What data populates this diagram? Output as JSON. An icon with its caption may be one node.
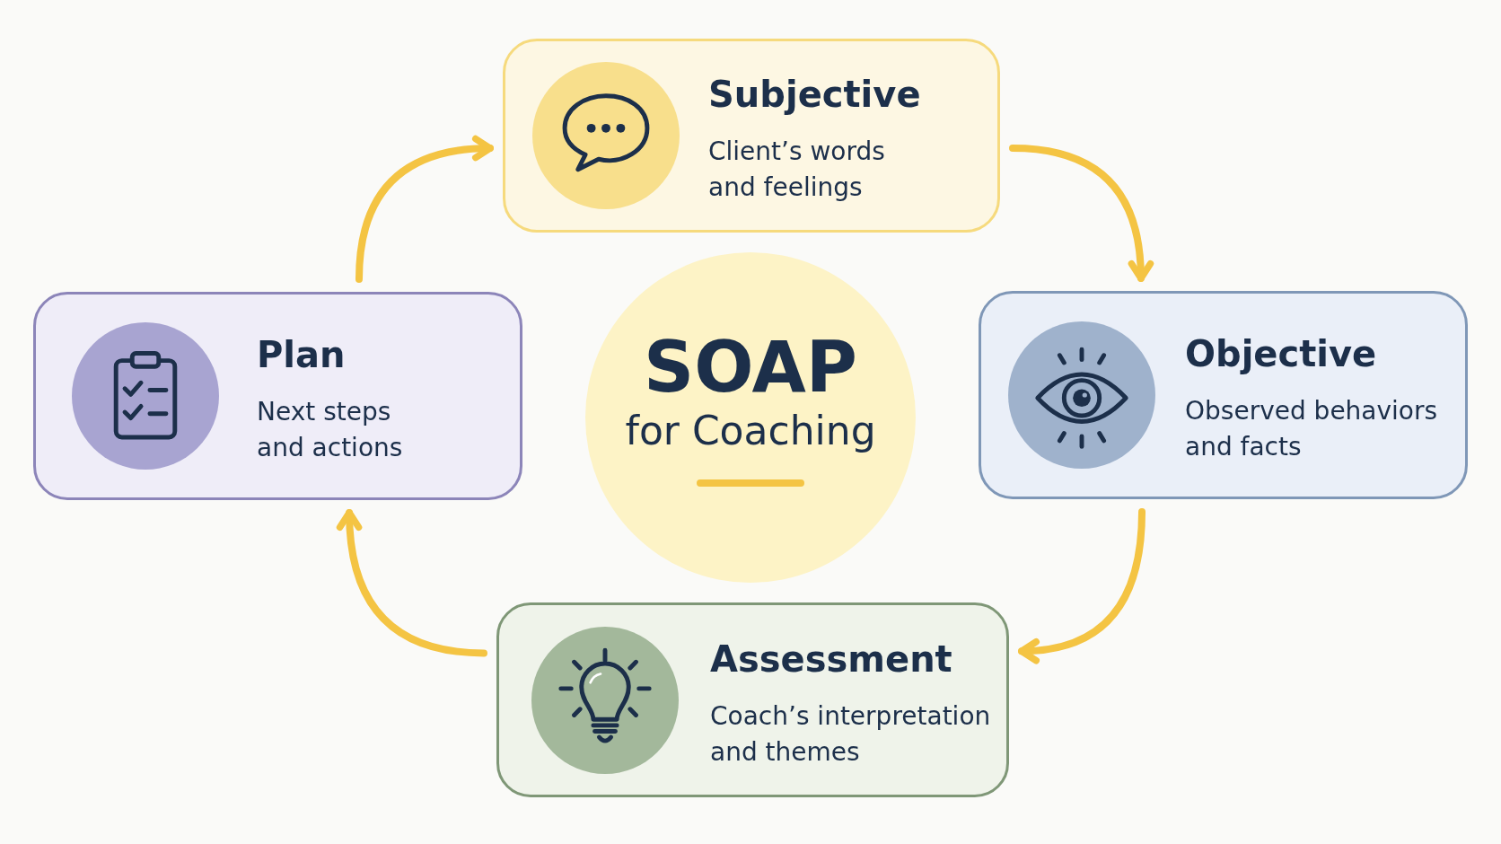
{
  "diagram": {
    "nodes": [
      {
        "text": [
          "Subjective",
          "Client’s words and feelings"
        ]
      },
      {
        "text": [
          "Plan",
          "Next steps and actions"
        ]
      },
      {
        "text": [
          "SOAP",
          "for Coaching"
        ]
      },
      {
        "text": [
          "Objective",
          "Observed behaviors and facts"
        ]
      },
      {
        "text": [
          "Assessment",
          "Coach’s interpretation and themes"
        ]
      }
    ],
    "edges": [
      {
        "from": 1,
        "to": 0,
        "arrow": "to"
      },
      {
        "from": 0,
        "to": 3,
        "arrow": "to"
      },
      {
        "from": 3,
        "to": 4,
        "arrow": "to"
      },
      {
        "from": 4,
        "to": 1,
        "arrow": "to"
      }
    ]
  }
}
